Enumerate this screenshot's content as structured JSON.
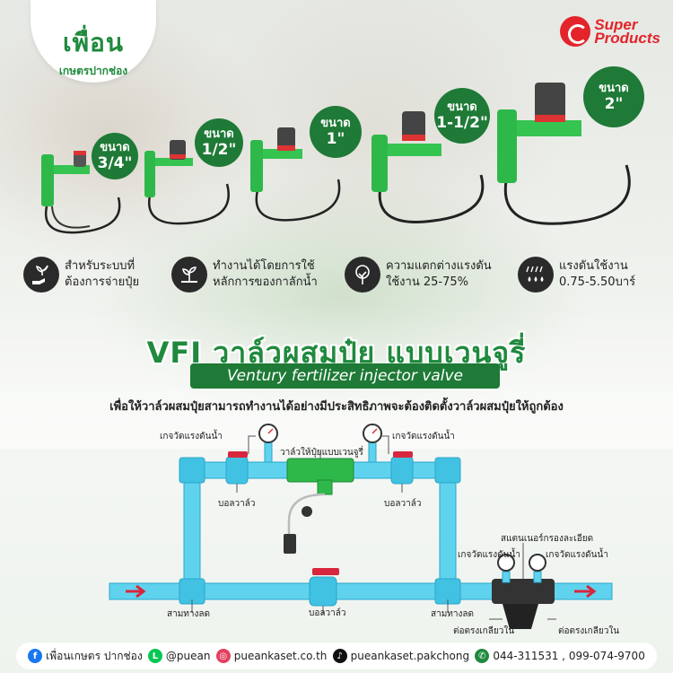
{
  "logo": {
    "line1": "เพื่อน",
    "line2": "เกษตรปากช่อง"
  },
  "brand": {
    "line1": "Super",
    "line2": "Products",
    "color": "#e3242b"
  },
  "accent": "#1e7a36",
  "sizes": [
    {
      "word": "ขนาด",
      "size": "3/4\""
    },
    {
      "word": "ขนาด",
      "size": "1/2\""
    },
    {
      "word": "ขนาด",
      "size": "1\""
    },
    {
      "word": "ขนาด",
      "size": "1-1/2\""
    },
    {
      "word": "ขนาด",
      "size": "2\""
    }
  ],
  "features": [
    {
      "icon": "hand-plant-icon",
      "text": "สำหรับระบบที่\nต้องการจ่ายปุ๋ย"
    },
    {
      "icon": "sprout-soil-icon",
      "text": "ทำงานได้โดยการใช้\nหลักการของกาลักน้ำ"
    },
    {
      "icon": "tree-icon",
      "text": "ความแตกต่างแรงดัน\nใช้งาน 25-75%"
    },
    {
      "icon": "rain-drops-icon",
      "text": "แรงดันใช้งาน\n0.75-5.50บาร์"
    }
  ],
  "title": "VFI วาล์วผสมปุ๋ย แบบเวนจูรี่",
  "subtitle": "Ventury fertilizer injector valve",
  "description": "เพื่อให้วาล์วผสมปุ๋ยสามารถทำงานได้อย่างมีประสิทธิภาพจะต้องติดตั้งวาล์วผสมปุ๋ยให้ถูกต้อง",
  "diagram": {
    "gauge_left": "เกจวัดแรงดันน้ำ",
    "gauge_right": "เกจวัดแรงดันน้ำ",
    "venturi": "วาล์วให้ปุ๋ยแบบเวนจูรี่",
    "ball_valve_left": "บอลวาล์ว",
    "ball_valve_right": "บอลวาล์ว",
    "ball_valve_bottom": "บอลวาล์ว",
    "tee_left": "สามทางลด",
    "tee_right": "สามทางลด",
    "strainer": "สแตนเนอร์กรองละเอียด",
    "gauge_filter_left": "เกจวัดแรงดันน้ำ",
    "gauge_filter_right": "เกจวัดแรงดันน้ำ",
    "coupler_left": "ต่อตรงเกลียวใน",
    "coupler_right": "ต่อตรงเกลียวใน"
  },
  "footer": [
    {
      "icon": "facebook-icon",
      "color": "#1877f2",
      "glyph": "f",
      "text": "เพื่อนเกษตร ปากช่อง"
    },
    {
      "icon": "line-icon",
      "color": "#06c755",
      "glyph": "L",
      "text": "@puean"
    },
    {
      "icon": "website-icon",
      "color": "#e4405f",
      "glyph": "◎",
      "text": "pueankaset.co.th"
    },
    {
      "icon": "tiktok-icon",
      "color": "#111111",
      "glyph": "♪",
      "text": "pueankaset.pakchong"
    },
    {
      "icon": "phone-icon",
      "color": "#1f8a3d",
      "glyph": "✆",
      "text": "044-311531 , 099-074-9700"
    }
  ]
}
